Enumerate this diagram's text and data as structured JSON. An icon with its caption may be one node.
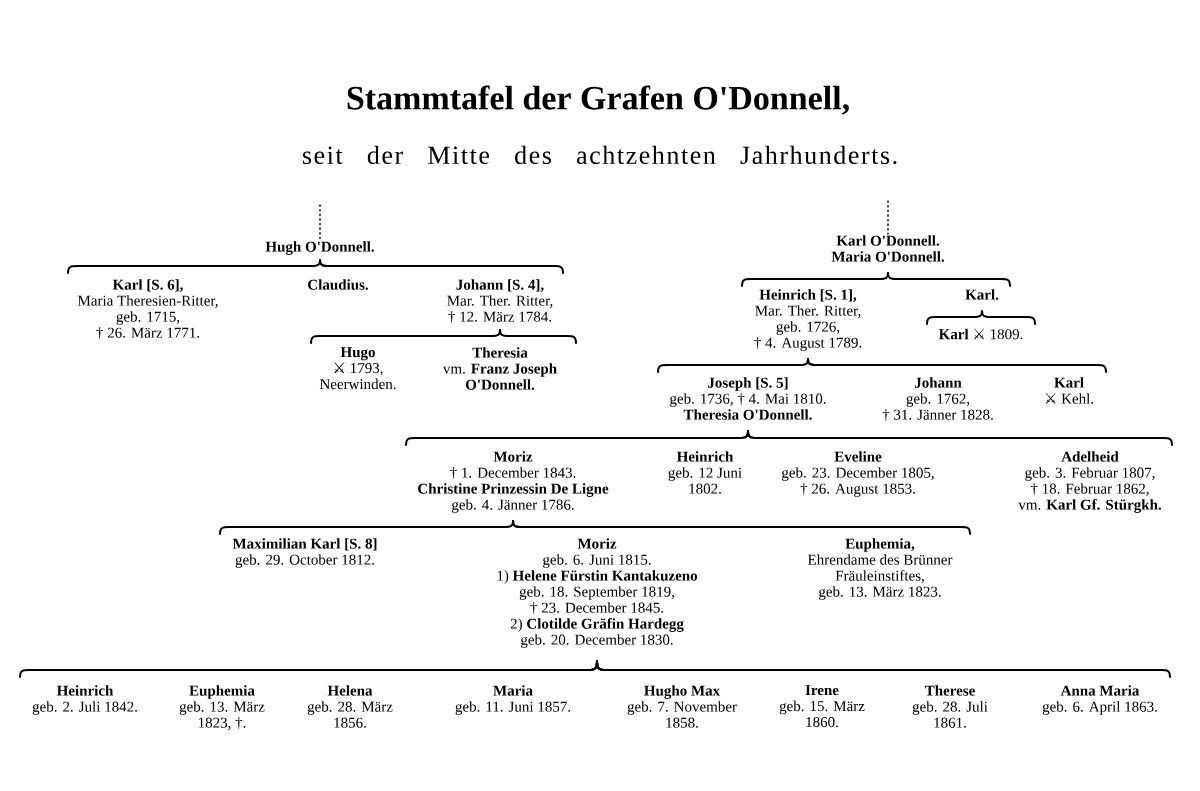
{
  "diagram": {
    "title": "Stammtafel der Grafen O'Donnell,",
    "nodes": [
      {
        "text": [
          "Hugh O'Donnell."
        ]
      },
      {
        "text": [
          "Karl [S. 6],",
          "Maria Theresien-Ritter,",
          "geb. 1715,",
          "† 26. März 1771."
        ]
      },
      {
        "text": [
          "Claudius."
        ]
      },
      {
        "text": [
          "Johann [S. 4],",
          "Mar. Ther. Ritter,",
          "† 12. März 1784."
        ]
      },
      {
        "text": [
          "Hugo",
          "⚔ 1793,",
          "Neerwinden."
        ]
      },
      {
        "text": [
          "Theresia",
          "vm. **Franz Joseph O'Donnell.**"
        ]
      },
      {
        "text": [
          "Karl O'Donnell.",
          "Maria O'Donnell."
        ]
      },
      {
        "text": [
          "Heinrich [S. 1],",
          "Mar. Ther. Ritter,",
          "geb. 1726,",
          "† 4. August 1789."
        ]
      },
      {
        "text": [
          "Karl."
        ]
      },
      {
        "text": [
          "**Karl** ⚔ 1809."
        ]
      },
      {
        "text": [
          "Joseph [S. 5]",
          "geb. 1736, † 4. Mai 1810.",
          "Theresia O'Donnell."
        ]
      },
      {
        "text": [
          "Johann",
          "geb. 1762,",
          "† 31. Jänner 1828."
        ]
      },
      {
        "text": [
          "Karl",
          "⚔ Kehl."
        ]
      },
      {
        "text": [
          "Moriz",
          "† 1. December 1843.",
          "Christine Prinzessin De Ligne",
          "geb. 4. Jänner 1786."
        ]
      },
      {
        "text": [
          "Heinrich",
          "geb. 12 Juni 1802."
        ]
      },
      {
        "text": [
          "Eveline",
          "geb. 23. December 1805,",
          "† 26. August 1853."
        ]
      },
      {
        "text": [
          "Adelheid",
          "geb. 3. Februar 1807,",
          "† 18. Februar 1862,",
          "vm. **Karl Gf. Stürgkh.**"
        ]
      },
      {
        "text": [
          "Maximilian Karl [S. 8]",
          "geb. 29. October 1812."
        ]
      },
      {
        "text": [
          "Moriz",
          "geb. 6. Juni 1815.",
          "1) **Helene Fürstin Kantakuzeno**",
          "geb. 18. September 1819,",
          "† 23. December 1845.",
          "2) **Clotilde Gräfin Hardegg**",
          "geb. 20. December 1830."
        ]
      },
      {
        "text": [
          "Euphemia,",
          "Ehrendame des Brünner Fräuleinstiftes,",
          "geb. 13. März 1823."
        ]
      },
      {
        "text": [
          "Heinrich",
          "geb. 2. Juli 1842."
        ]
      },
      {
        "text": [
          "Euphemia",
          "geb. 13. März 1823, †."
        ]
      },
      {
        "text": [
          "Helena",
          "geb. 28. März 1856."
        ]
      },
      {
        "text": [
          "Maria",
          "geb. 11. Juni 1857."
        ]
      },
      {
        "text": [
          "Hugho Max",
          "geb. 7. November 1858."
        ]
      },
      {
        "text": [
          "Irene",
          "geb. 15. März 1860."
        ]
      },
      {
        "text": [
          "Therese",
          "geb. 28. Juli 1861."
        ]
      },
      {
        "text": [
          "Anna Maria",
          "geb. 6. April 1863."
        ]
      }
    ],
    "edges": [
      {
        "from": null,
        "to": 0,
        "arrow": "none",
        "style": "dashed"
      },
      {
        "from": 0,
        "to": 1,
        "arrow": "none"
      },
      {
        "from": 0,
        "to": 2,
        "arrow": "none"
      },
      {
        "from": 0,
        "to": 3,
        "arrow": "none"
      },
      {
        "from": 3,
        "to": 4,
        "arrow": "none"
      },
      {
        "from": 3,
        "to": 5,
        "arrow": "none"
      },
      {
        "from": null,
        "to": 6,
        "arrow": "none",
        "style": "dashed"
      },
      {
        "from": 6,
        "to": 7,
        "arrow": "none"
      },
      {
        "from": 6,
        "to": 8,
        "arrow": "none"
      },
      {
        "from": 8,
        "to": 9,
        "arrow": "none"
      },
      {
        "from": 7,
        "to": 10,
        "arrow": "none"
      },
      {
        "from": 7,
        "to": 11,
        "arrow": "none"
      },
      {
        "from": 7,
        "to": 12,
        "arrow": "none"
      },
      {
        "from": 10,
        "to": 13,
        "arrow": "none"
      },
      {
        "from": 10,
        "to": 14,
        "arrow": "none"
      },
      {
        "from": 10,
        "to": 15,
        "arrow": "none"
      },
      {
        "from": 10,
        "to": 16,
        "arrow": "none"
      },
      {
        "from": 13,
        "to": 17,
        "arrow": "none"
      },
      {
        "from": 13,
        "to": 18,
        "arrow": "none"
      },
      {
        "from": 13,
        "to": 19,
        "arrow": "none"
      },
      {
        "from": 18,
        "to": 20,
        "arrow": "none"
      },
      {
        "from": 18,
        "to": 21,
        "arrow": "none"
      },
      {
        "from": 18,
        "to": 22,
        "arrow": "none"
      },
      {
        "from": 18,
        "to": 23,
        "arrow": "none"
      },
      {
        "from": 18,
        "to": 24,
        "arrow": "none"
      },
      {
        "from": 18,
        "to": 25,
        "arrow": "none"
      },
      {
        "from": 18,
        "to": 26,
        "arrow": "none"
      },
      {
        "from": 18,
        "to": 27,
        "arrow": "none"
      }
    ],
    "labels": [
      "seit der Mitte des achtzehnten Jahrhunderts."
    ]
  }
}
